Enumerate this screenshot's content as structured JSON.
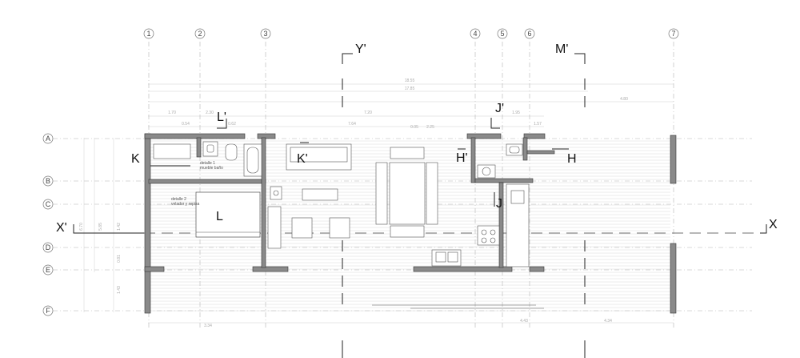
{
  "plan": {
    "column_axes": [
      "1",
      "2",
      "3",
      "4",
      "5",
      "6",
      "7"
    ],
    "row_axes": [
      "A",
      "B",
      "C",
      "D",
      "E",
      "F"
    ],
    "section_markers": {
      "y_prime": "Y'",
      "m_prime": "M'",
      "l_prime": "L'",
      "j_prime": "J'",
      "k": "K",
      "k_prime": "K'",
      "h_prime": "H'",
      "h": "H",
      "l": "L",
      "j": "J",
      "x_prime": "X'",
      "x": "X"
    },
    "detail_notes": {
      "detail_1_title": "detalle 1",
      "detail_1_sub": "mueble baño",
      "detail_2_title": "detalle 2",
      "detail_2_sub": "velador y repisa"
    },
    "dimensions": {
      "top_overall": "18.55",
      "top_second": "17.85",
      "top_right": "4.80",
      "mid_1": "1.70",
      "mid_2": "2.30",
      "mid_3": "7.20",
      "mid_4": "1.95",
      "row_a_1": "0.54",
      "row_a_2": "0.62",
      "row_a_3": "7.64",
      "row_a_4": "0.05",
      "row_a_5": "2.25",
      "row_a_6": "1.57",
      "bottom_1": "3.34",
      "bottom_2": "4.43",
      "bottom_3": "4.34",
      "left_total": "6.70",
      "left_2": "5.85",
      "left_3": "1.42",
      "left_4": "0.81",
      "left_5": "1.43"
    }
  }
}
